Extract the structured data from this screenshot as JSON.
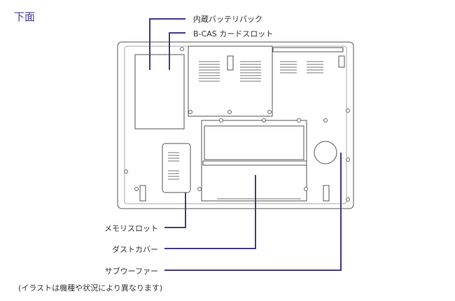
{
  "title": "下面",
  "labels": {
    "battery": "内蔵バッテリパック",
    "bcas": "B-CAS カードスロット",
    "memory": "メモリスロット",
    "dust_cover": "ダストカバー",
    "subwoofer": "サブウーファー"
  },
  "note": "(イラストは機種や状況により異なります)",
  "colors": {
    "callout": "#4a3a8a",
    "outline": "#555555",
    "title": "#4a3a96"
  }
}
